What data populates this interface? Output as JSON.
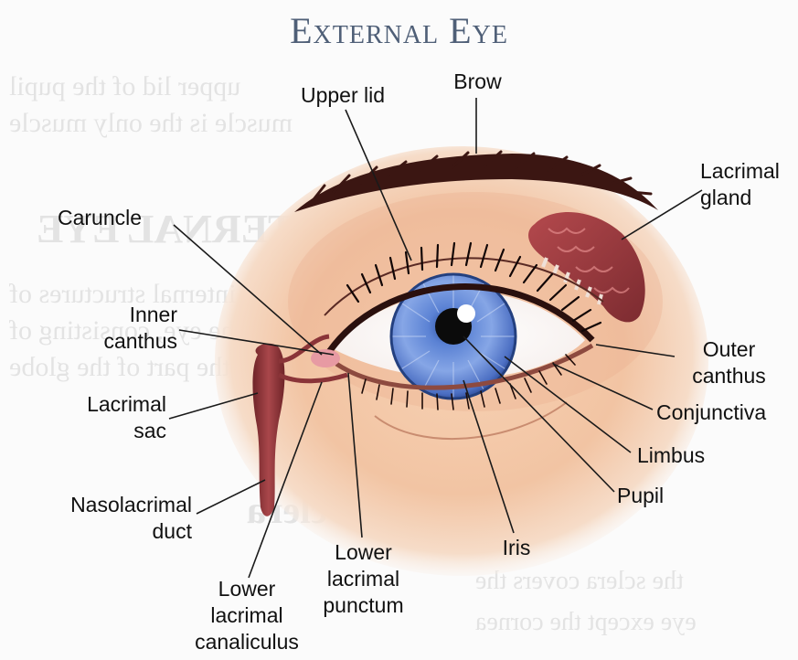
{
  "title": "External Eye",
  "background_text": {
    "heading1": "INTERNAL EYE",
    "heading2": "Sclera",
    "lines": [
      "upper lid of the pupil",
      "muscle is the only muscle",
      "The internal structures of",
      "the eye, consisting of",
      "the part of the globe",
      "the sclera covers the",
      "eye except the cornea"
    ]
  },
  "labels": {
    "brow": "Brow",
    "upper_lid": "Upper lid",
    "lacrimal_gland": [
      "Lacrimal",
      "gland"
    ],
    "caruncle": "Caruncle",
    "inner_canthus": [
      "Inner",
      "canthus"
    ],
    "lacrimal_sac": [
      "Lacrimal",
      "sac"
    ],
    "nasolacrimal_duct": [
      "Nasolacrimal",
      "duct"
    ],
    "lower_lacrimal_canaliculus": [
      "Lower",
      "lacrimal",
      "canaliculus"
    ],
    "lower_lacrimal_punctum": [
      "Lower",
      "lacrimal",
      "punctum"
    ],
    "iris": "Iris",
    "pupil": "Pupil",
    "limbus": "Limbus",
    "conjunctiva": "Conjunctiva",
    "outer_canthus": [
      "Outer",
      "canthus"
    ]
  },
  "colors": {
    "title": "#4f5f77",
    "skin": "#f3c7a5",
    "iris": "#6f8fd6",
    "pupil": "#0b0b0b",
    "brow": "#3b1612",
    "gland": "#9a3b3e",
    "duct": "#8a3438"
  }
}
